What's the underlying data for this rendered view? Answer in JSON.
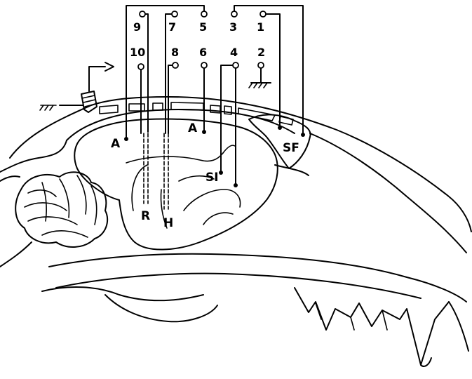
{
  "electrodes": {
    "top_row": [
      "9",
      "7",
      "5",
      "3",
      "1"
    ],
    "bottom_row": [
      "10",
      "8",
      "6",
      "4",
      "2"
    ]
  },
  "regions": {
    "a_left": "A",
    "a_right": "A",
    "si": "SI",
    "sf": "SF",
    "r": "R",
    "h": "H"
  }
}
